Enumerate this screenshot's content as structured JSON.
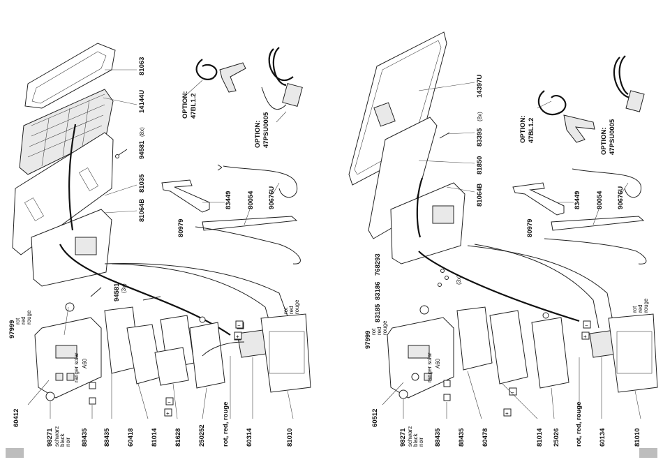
{
  "left_panel": {
    "top_labels": [
      {
        "id": "l-81063",
        "text": "81063"
      },
      {
        "id": "l-14144u",
        "text": "14144U"
      },
      {
        "id": "l-94581a",
        "text": "94581"
      },
      {
        "id": "l-94581a-q",
        "text": "(8x)"
      },
      {
        "id": "l-81035",
        "text": "81035"
      },
      {
        "id": "l-81064b",
        "text": "81064B"
      },
      {
        "id": "l-83449",
        "text": "83449"
      },
      {
        "id": "l-80054",
        "text": "80054"
      },
      {
        "id": "l-90676u",
        "text": "90676U"
      },
      {
        "id": "l-80979",
        "text": "80979"
      },
      {
        "id": "l-opt1",
        "text": "OPTION:"
      },
      {
        "id": "l-opt1-p",
        "text": "47BL1.2"
      },
      {
        "id": "l-opt2",
        "text": "OPTION:"
      },
      {
        "id": "l-opt2-p",
        "text": "47PSU0005"
      },
      {
        "id": "l-94581b",
        "text": "94581"
      },
      {
        "id": "l-94581b-q",
        "text": "(3x)"
      },
      {
        "id": "l-97999",
        "text": "97999"
      },
      {
        "id": "l-97999-c1",
        "text": "rot"
      },
      {
        "id": "l-97999-c2",
        "text": "red"
      },
      {
        "id": "l-97999-c3",
        "text": "rouge"
      },
      {
        "id": "l-rrr",
        "text": "rot"
      },
      {
        "id": "l-rrr2",
        "text": "red"
      },
      {
        "id": "l-rrr3",
        "text": "rouge"
      }
    ],
    "bottom_labels": [
      {
        "id": "b-60412",
        "text": "60412"
      },
      {
        "id": "b-98271",
        "text": "98271"
      },
      {
        "id": "b-98271-c1",
        "text": "schwarz"
      },
      {
        "id": "b-98271-c2",
        "text": "black"
      },
      {
        "id": "b-98271-c3",
        "text": "noir"
      },
      {
        "id": "b-88435a",
        "text": "88435"
      },
      {
        "id": "b-88435b",
        "text": "88435"
      },
      {
        "id": "b-60418",
        "text": "60418"
      },
      {
        "id": "b-81014",
        "text": "81014"
      },
      {
        "id": "b-81628",
        "text": "81628"
      },
      {
        "id": "b-250252",
        "text": "250252"
      },
      {
        "id": "b-rrr",
        "text": "rot, red, rouge"
      },
      {
        "id": "b-60314",
        "text": "60314"
      },
      {
        "id": "b-81010",
        "text": "81010"
      }
    ],
    "device_brand": "ranger solar",
    "device_model": "A60"
  },
  "right_panel": {
    "top_labels": [
      {
        "id": "r-14397u",
        "text": "14397U"
      },
      {
        "id": "r-83395",
        "text": "83395"
      },
      {
        "id": "r-83395-q",
        "text": "(8x)"
      },
      {
        "id": "r-81850",
        "text": "81850"
      },
      {
        "id": "r-81064b",
        "text": "81064B"
      },
      {
        "id": "r-83449",
        "text": "83449"
      },
      {
        "id": "r-80054",
        "text": "80054"
      },
      {
        "id": "r-90676u",
        "text": "90676U"
      },
      {
        "id": "r-80979",
        "text": "80979"
      },
      {
        "id": "r-opt1",
        "text": "OPTION:"
      },
      {
        "id": "r-opt1-p",
        "text": "47BL1.2"
      },
      {
        "id": "r-opt2",
        "text": "OPTION:"
      },
      {
        "id": "r-opt2-p",
        "text": "47PSU0005"
      },
      {
        "id": "r-768293",
        "text": "768293"
      },
      {
        "id": "r-83186",
        "text": "83186"
      },
      {
        "id": "r-83185",
        "text": "83185"
      },
      {
        "id": "r-3x",
        "text": "(3x)"
      },
      {
        "id": "r-97999",
        "text": "97999"
      },
      {
        "id": "r-97999-c1",
        "text": "rot"
      },
      {
        "id": "r-97999-c2",
        "text": "red"
      },
      {
        "id": "r-97999-c3",
        "text": "rouge"
      },
      {
        "id": "r-rrr",
        "text": "rot"
      },
      {
        "id": "r-rrr2",
        "text": "red"
      },
      {
        "id": "r-rrr3",
        "text": "rouge"
      }
    ],
    "bottom_labels": [
      {
        "id": "rb-60512",
        "text": "60512"
      },
      {
        "id": "rb-98271",
        "text": "98271"
      },
      {
        "id": "rb-98271-c1",
        "text": "schwarz"
      },
      {
        "id": "rb-98271-c2",
        "text": "black"
      },
      {
        "id": "rb-98271-c3",
        "text": "noir"
      },
      {
        "id": "rb-88435a",
        "text": "88435"
      },
      {
        "id": "rb-88435b",
        "text": "88435"
      },
      {
        "id": "rb-60478",
        "text": "60478"
      },
      {
        "id": "rb-81014",
        "text": "81014"
      },
      {
        "id": "rb-25026",
        "text": "25026"
      },
      {
        "id": "rb-rrr",
        "text": "rot, red, rouge"
      },
      {
        "id": "rb-60134",
        "text": "60134"
      },
      {
        "id": "rb-81010",
        "text": "81010"
      }
    ],
    "device_brand": "ranger solar",
    "device_model": "A60"
  },
  "colors": {
    "line": "#222222",
    "fill_gray": "#e9e9e9",
    "corner_tab": "#bdbdbd"
  }
}
